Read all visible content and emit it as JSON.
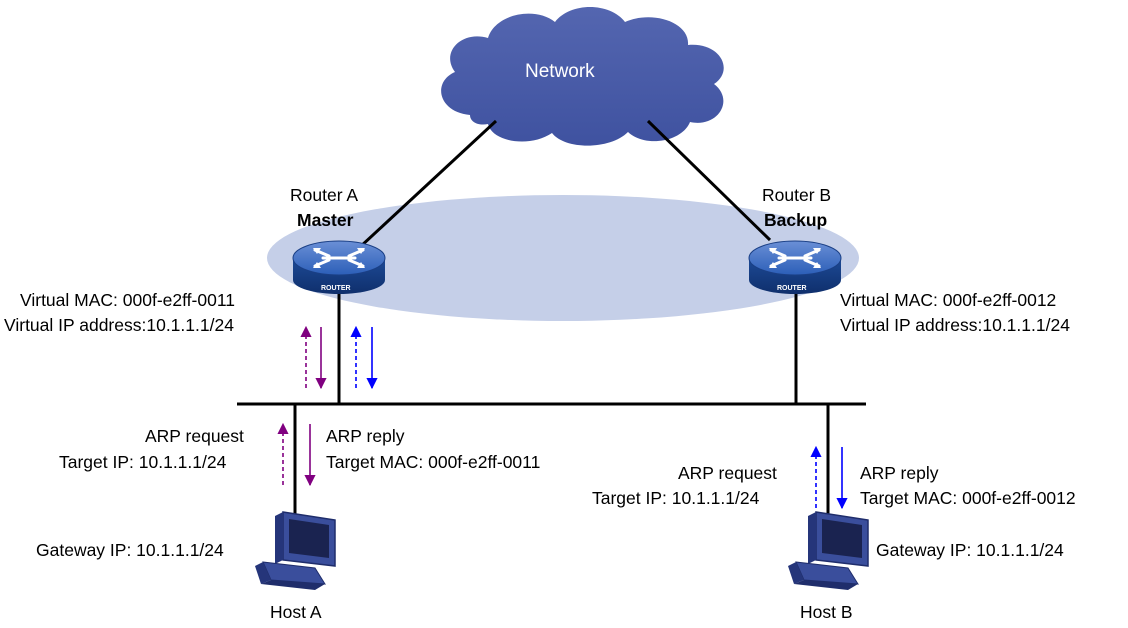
{
  "network": {
    "label": "Network"
  },
  "router_a": {
    "name": "Router A",
    "role": "Master",
    "badge": "ROUTER",
    "virtual_mac": "Virtual MAC: 000f-e2ff-0011",
    "virtual_ip": "Virtual IP address:10.1.1.1/24"
  },
  "router_b": {
    "name": "Router B",
    "role": "Backup",
    "badge": "ROUTER",
    "virtual_mac": "Virtual MAC: 000f-e2ff-0012",
    "virtual_ip": "Virtual IP address:10.1.1.1/24"
  },
  "host_a": {
    "name": "Host A",
    "gateway": "Gateway IP: 10.1.1.1/24",
    "arp_request": "ARP request",
    "target_ip": "Target IP: 10.1.1.1/24",
    "arp_reply": "ARP reply",
    "target_mac": "Target MAC: 000f-e2ff-0011"
  },
  "host_b": {
    "name": "Host B",
    "gateway": "Gateway IP: 10.1.1.1/24",
    "arp_request": "ARP request",
    "target_ip": "Target IP: 10.1.1.1/24",
    "arp_reply": "ARP reply",
    "target_mac": "Target MAC: 000f-e2ff-0012"
  },
  "colors": {
    "cloud": "#4d5fa8",
    "vrrp_group": "#c5cfe8",
    "router_body": "#1e4f9f",
    "arp_purple": "#800080",
    "arp_blue": "#0000ff",
    "host_body": "#2a3c8c"
  }
}
